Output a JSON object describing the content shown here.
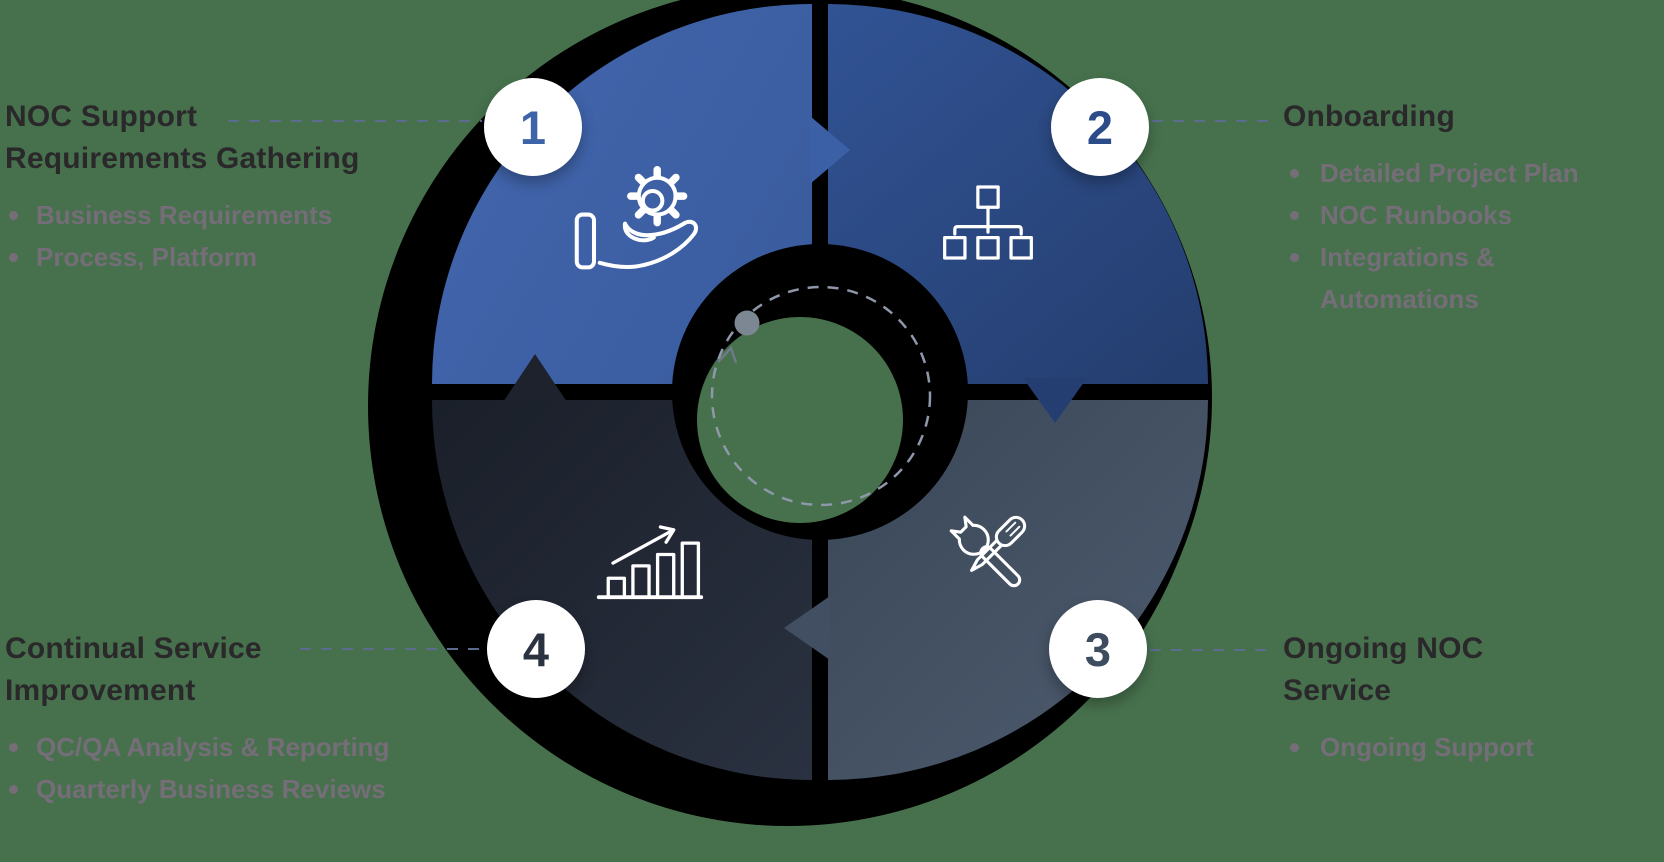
{
  "diagram": {
    "type": "circular-process",
    "background_color": "#47714d",
    "steps": [
      {
        "number": "1",
        "title": "NOC Support Requirements Gathering",
        "title_lines": [
          "NOC Support",
          "Requirements Gathering"
        ],
        "bullets": [
          "Business Requirements",
          "Process, Platform"
        ],
        "icon": "hand-gear-icon",
        "quadrant_position": "top-left",
        "quadrant_color": "#3e61a7"
      },
      {
        "number": "2",
        "title": "Onboarding",
        "title_lines": [
          "Onboarding"
        ],
        "bullets": [
          "Detailed Project Plan",
          "NOC Runbooks",
          "Integrations & Automations"
        ],
        "icon": "org-chart-icon",
        "quadrant_position": "top-right",
        "quadrant_color": "#2b4b89"
      },
      {
        "number": "3",
        "title": "Ongoing NOC Service",
        "title_lines": [
          "Ongoing NOC",
          "Service"
        ],
        "bullets": [
          "Ongoing Support"
        ],
        "icon": "tools-icon",
        "quadrant_position": "bottom-right",
        "quadrant_color": "#45536a"
      },
      {
        "number": "4",
        "title": "Continual Service Improvement",
        "title_lines": [
          "Continual Service",
          "Improvement"
        ],
        "bullets": [
          "QC/QA Analysis & Reporting",
          "Quarterly Business Reviews"
        ],
        "icon": "growth-chart-icon",
        "quadrant_position": "bottom-left",
        "quadrant_color": "#2b3240"
      }
    ],
    "colors": {
      "title_text": "#2a282b",
      "bullet_text": "#756d78",
      "connector_dash": "#5b6c90",
      "badge_background": "#ffffff",
      "icon_stroke": "#ffffff",
      "shadow": "#000000",
      "inner_dashed_circle": "#8e98aa"
    },
    "flow_direction": "clockwise"
  }
}
